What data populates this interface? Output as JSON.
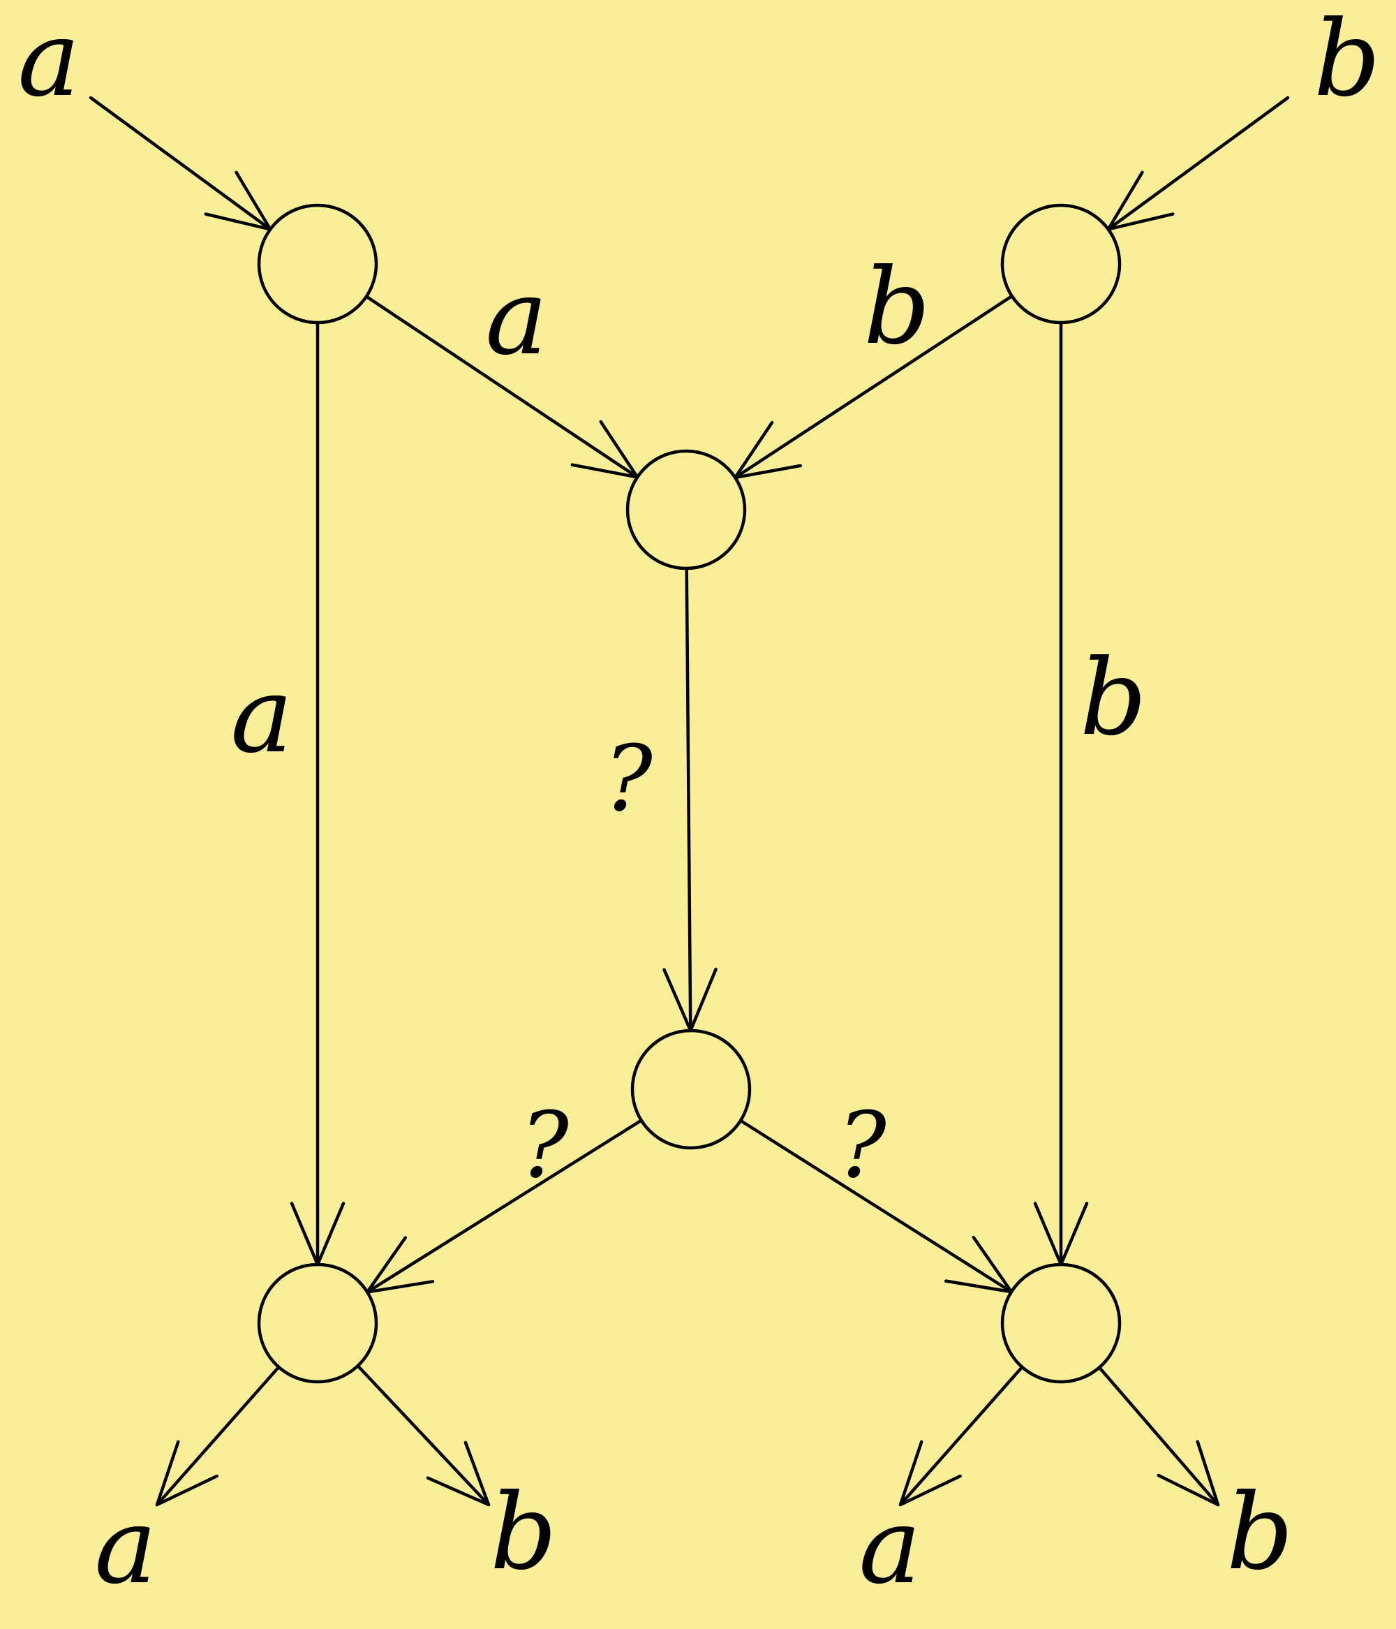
{
  "diagram": {
    "background": "#f9ef98",
    "stroke": "#000000",
    "nodes": [
      {
        "id": "n1",
        "name": "node-top-left"
      },
      {
        "id": "n2",
        "name": "node-top-right"
      },
      {
        "id": "n3",
        "name": "node-upper-center"
      },
      {
        "id": "n4",
        "name": "node-lower-center"
      },
      {
        "id": "n5",
        "name": "node-bottom-left"
      },
      {
        "id": "n6",
        "name": "node-bottom-right"
      }
    ],
    "edges": [
      {
        "from": "input-a",
        "to": "n1",
        "label": "a"
      },
      {
        "from": "input-b",
        "to": "n2",
        "label": "b"
      },
      {
        "from": "n1",
        "to": "n3",
        "label": "a"
      },
      {
        "from": "n2",
        "to": "n3",
        "label": "b"
      },
      {
        "from": "n1",
        "to": "n5",
        "label": "a"
      },
      {
        "from": "n2",
        "to": "n6",
        "label": "b"
      },
      {
        "from": "n3",
        "to": "n4",
        "label": "?"
      },
      {
        "from": "n4",
        "to": "n5",
        "label": "?"
      },
      {
        "from": "n4",
        "to": "n6",
        "label": "?"
      },
      {
        "from": "n5",
        "to": "output-a-left",
        "label": "a"
      },
      {
        "from": "n5",
        "to": "output-b-left",
        "label": "b"
      },
      {
        "from": "n6",
        "to": "output-a-right",
        "label": "a"
      },
      {
        "from": "n6",
        "to": "output-b-right",
        "label": "b"
      }
    ],
    "labels": {
      "input_a": "a",
      "input_b": "b",
      "edge_n1_n3": "a",
      "edge_n2_n3": "b",
      "edge_n1_n5": "a",
      "edge_n2_n6": "b",
      "edge_n3_n4": "?",
      "edge_n4_n5": "?",
      "edge_n4_n6": "?",
      "output_left_a": "a",
      "output_left_b": "b",
      "output_right_a": "a",
      "output_right_b": "b"
    }
  }
}
